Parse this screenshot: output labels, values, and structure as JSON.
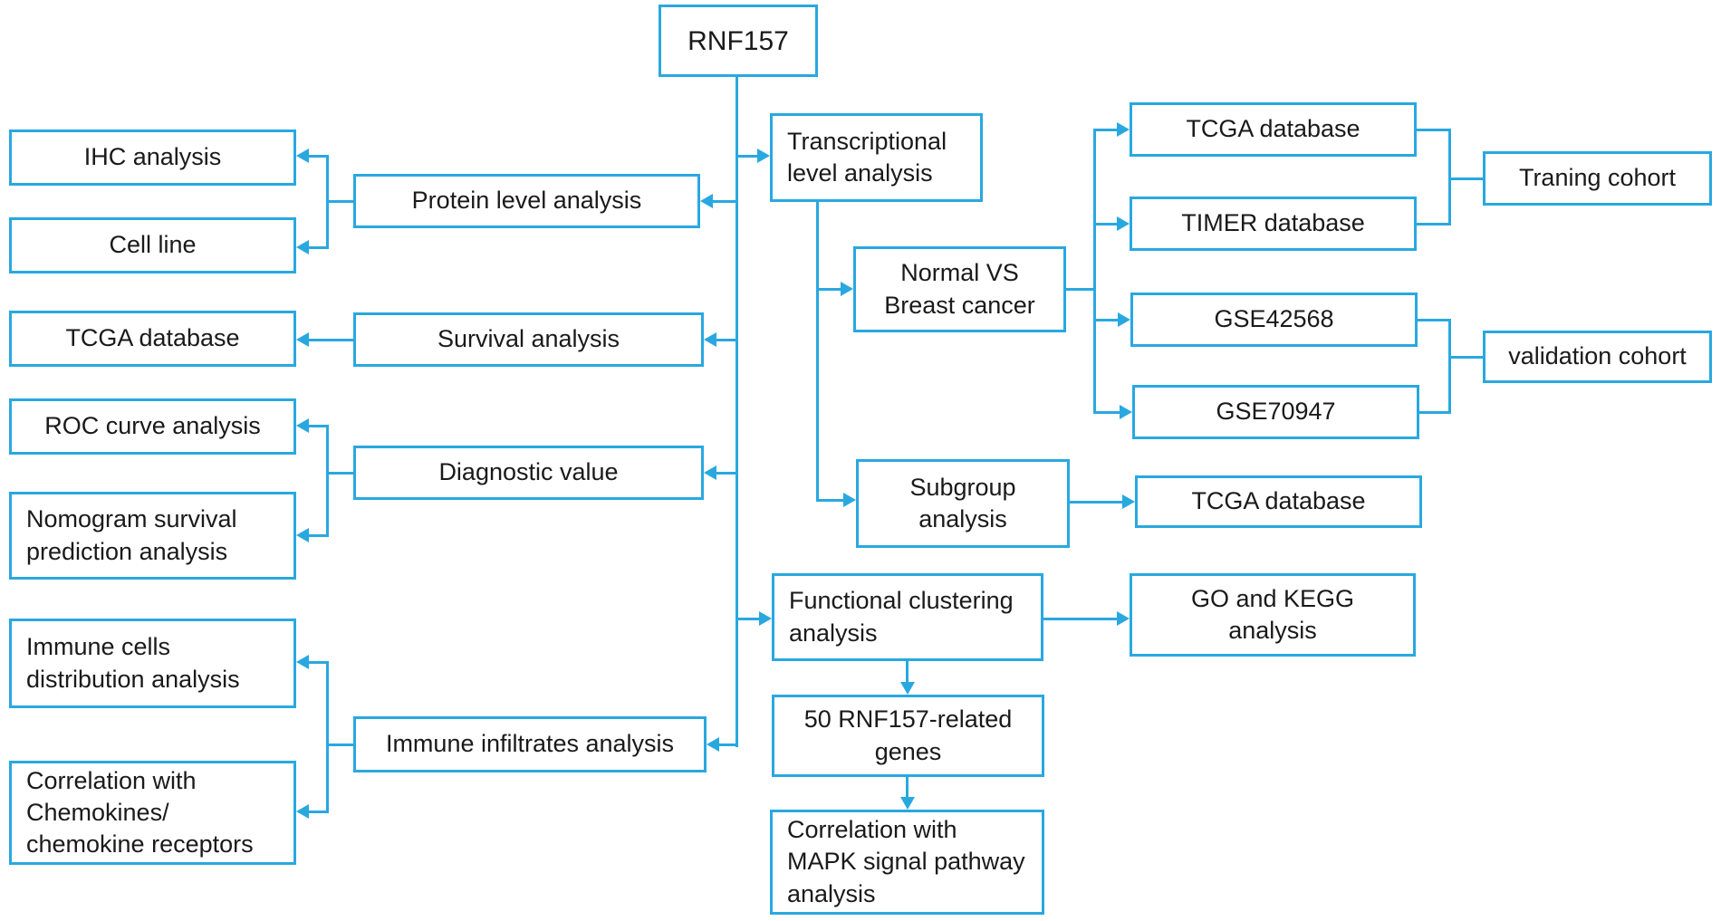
{
  "colors": {
    "accent": "#29a8e0",
    "text": "#1a1a1a",
    "background": "#ffffff"
  },
  "nodes": {
    "rnf157": {
      "label": "RNF157"
    },
    "ihc": {
      "label": "IHC analysis"
    },
    "cell_line": {
      "label": "Cell line"
    },
    "tcga_left": {
      "label": "TCGA database"
    },
    "roc": {
      "label": "ROC curve analysis"
    },
    "nomogram": {
      "label": "Nomogram survival\nprediction analysis"
    },
    "immune_cells": {
      "label": "Immune cells\ndistribution analysis"
    },
    "chemokines": {
      "label": "Correlation with\nChemokines/\nchemokine receptors"
    },
    "protein": {
      "label": "Protein level analysis"
    },
    "survival": {
      "label": "Survival analysis"
    },
    "diagnostic": {
      "label": "Diagnostic value"
    },
    "immune_inf": {
      "label": "Immune infiltrates analysis"
    },
    "transcriptional": {
      "label": "Transcriptional\nlevel analysis"
    },
    "normal_vs": {
      "label": "Normal VS\nBreast cancer"
    },
    "subgroup": {
      "label": "Subgroup\nanalysis"
    },
    "tcga_top": {
      "label": "TCGA database"
    },
    "timer": {
      "label": "TIMER database"
    },
    "gse42568": {
      "label": "GSE42568"
    },
    "gse70947": {
      "label": "GSE70947"
    },
    "traning": {
      "label": "Traning cohort"
    },
    "validation": {
      "label": "validation cohort"
    },
    "tcga_bottom": {
      "label": "TCGA database"
    },
    "go_kegg": {
      "label": "GO and KEGG\nanalysis"
    },
    "functional": {
      "label": "Functional clustering\nanalysis"
    },
    "genes50": {
      "label": "50 RNF157-related\ngenes"
    },
    "mapk": {
      "label": "Correlation with\nMAPK signal pathway\nanalysis"
    }
  }
}
